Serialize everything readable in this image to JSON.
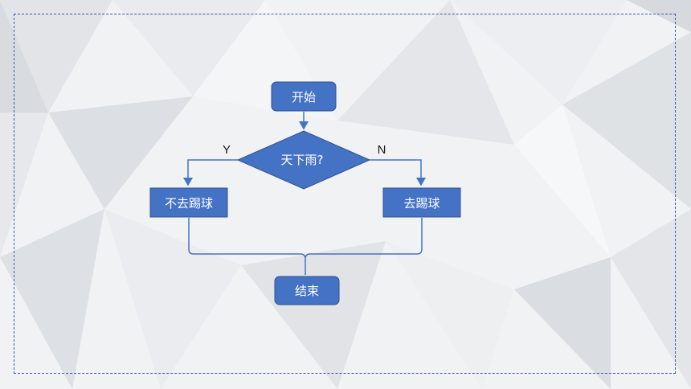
{
  "flowchart": {
    "start": "开始",
    "decision": "天下雨?",
    "yes_label": "Y",
    "no_label": "N",
    "yes_action": "不去踢球",
    "no_action": "去踢球",
    "end": "结束"
  },
  "colors": {
    "node_fill": "#4472c4",
    "node_stroke": "#2f528f",
    "connector": "#4472c4",
    "frame": "#3a5ea8",
    "text": "#ffffff"
  }
}
